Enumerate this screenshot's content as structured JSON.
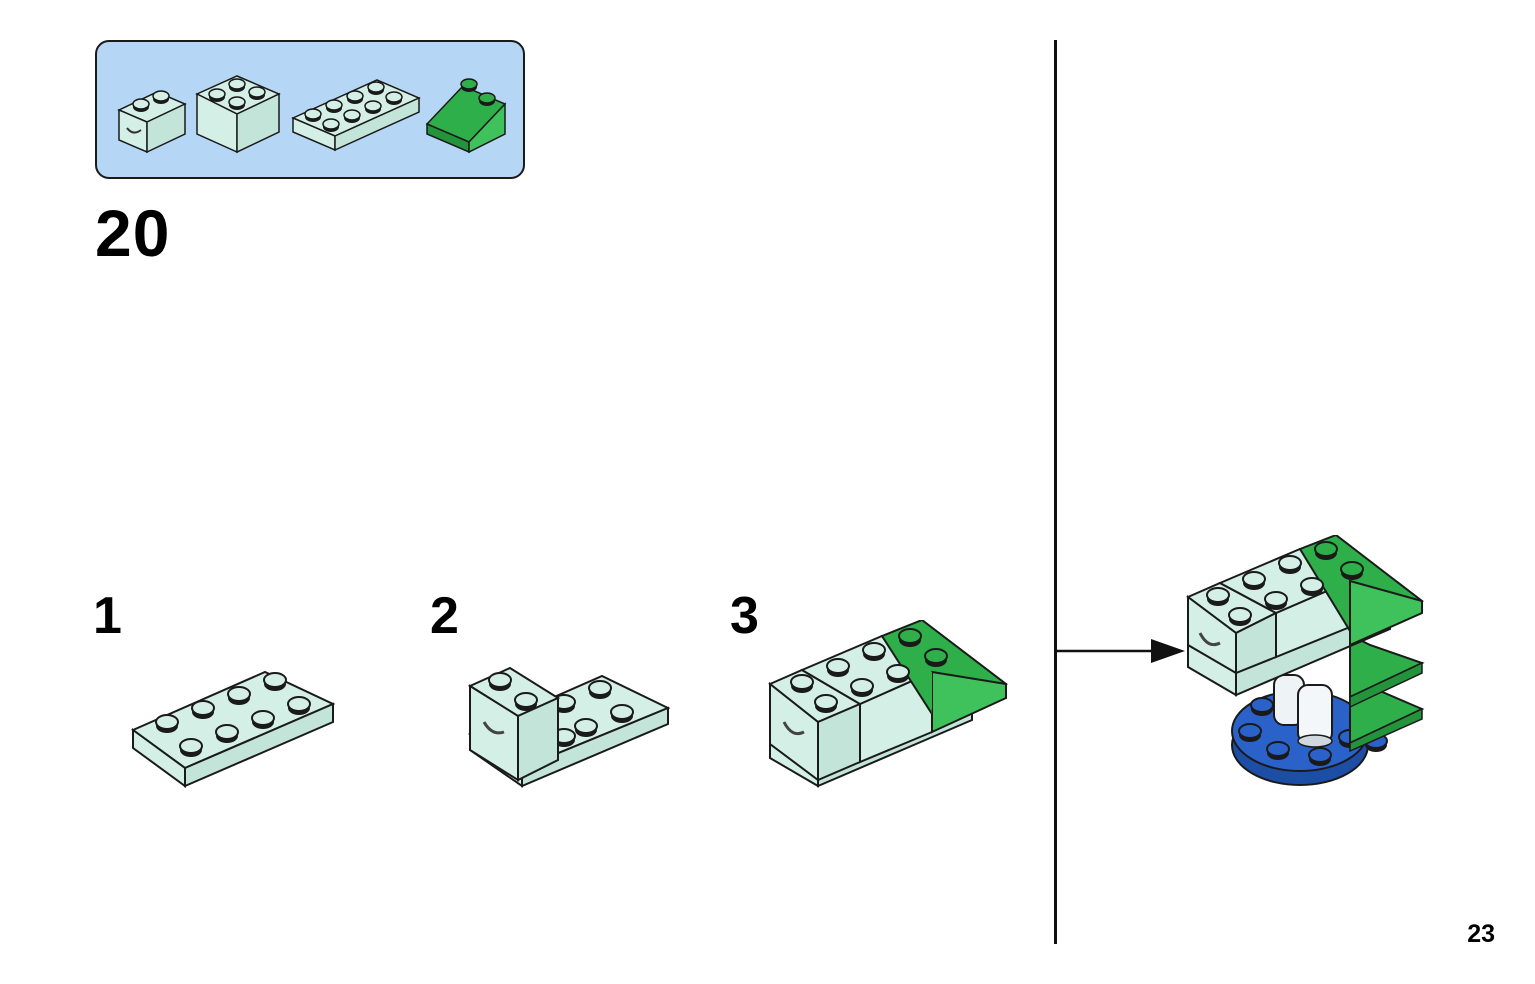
{
  "step": {
    "number": "20"
  },
  "parts": [
    {
      "name": "brick-1x2-mint-printed",
      "color": "#d4efe6"
    },
    {
      "name": "brick-2x2-mint",
      "color": "#d4efe6"
    },
    {
      "name": "plate-2x4-mint",
      "color": "#d4efe6"
    },
    {
      "name": "slope-2x2-green",
      "color": "#2eaf4a"
    }
  ],
  "sub_steps": [
    {
      "number": "1"
    },
    {
      "number": "2"
    },
    {
      "number": "3"
    }
  ],
  "page": {
    "number": "23"
  },
  "colors": {
    "parts_box_bg": "#b5d6f5",
    "mint": "#d4efe6",
    "green": "#2eaf4a",
    "blue": "#2a62c9",
    "outline": "#1a1a1a"
  }
}
